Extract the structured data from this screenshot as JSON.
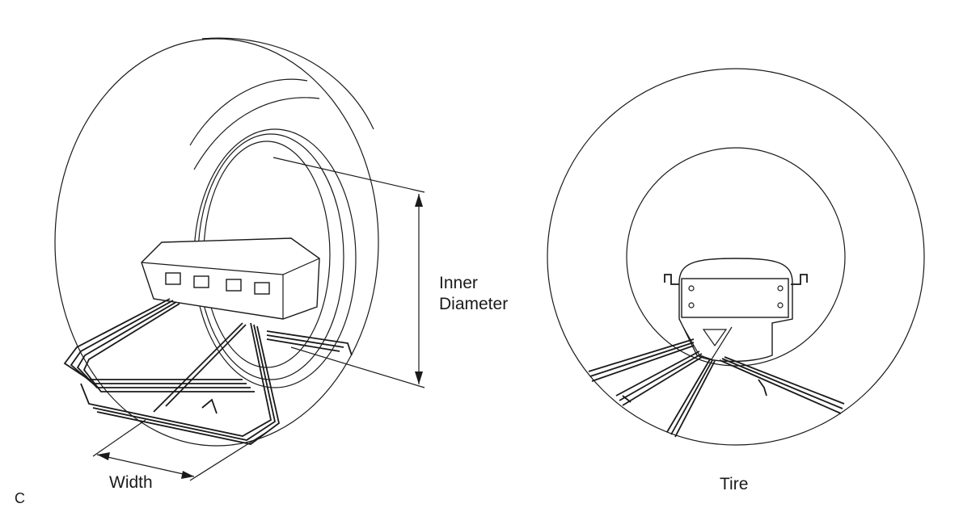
{
  "figure": {
    "left_view": {
      "label_inner_diameter_line1": "Inner",
      "label_inner_diameter_line2": "Diameter",
      "label_width": "Width"
    },
    "right_view": {
      "label_tire": "Tire"
    },
    "corner_mark": "C",
    "colors": {
      "ink": "#1a1a1a",
      "background": "#ffffff"
    }
  }
}
